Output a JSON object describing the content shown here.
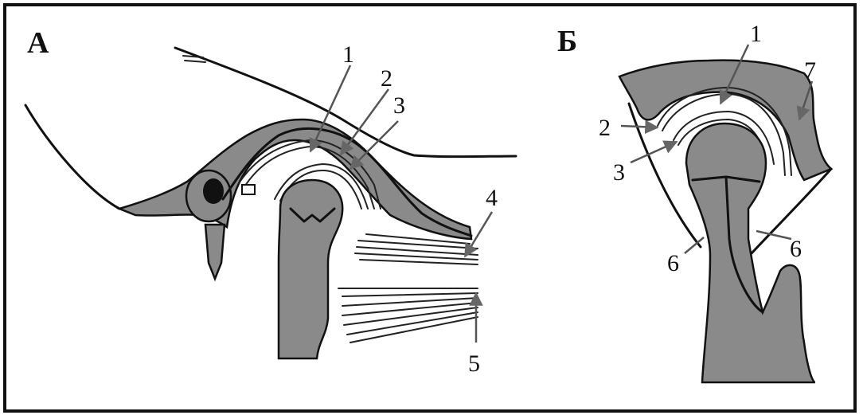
{
  "panels": {
    "left": {
      "label": "А",
      "numbers": [
        "1",
        "2",
        "3",
        "4",
        "5"
      ]
    },
    "right": {
      "label": "Б",
      "numbers": [
        "1",
        "2",
        "3",
        "6",
        "6",
        "7"
      ]
    }
  }
}
